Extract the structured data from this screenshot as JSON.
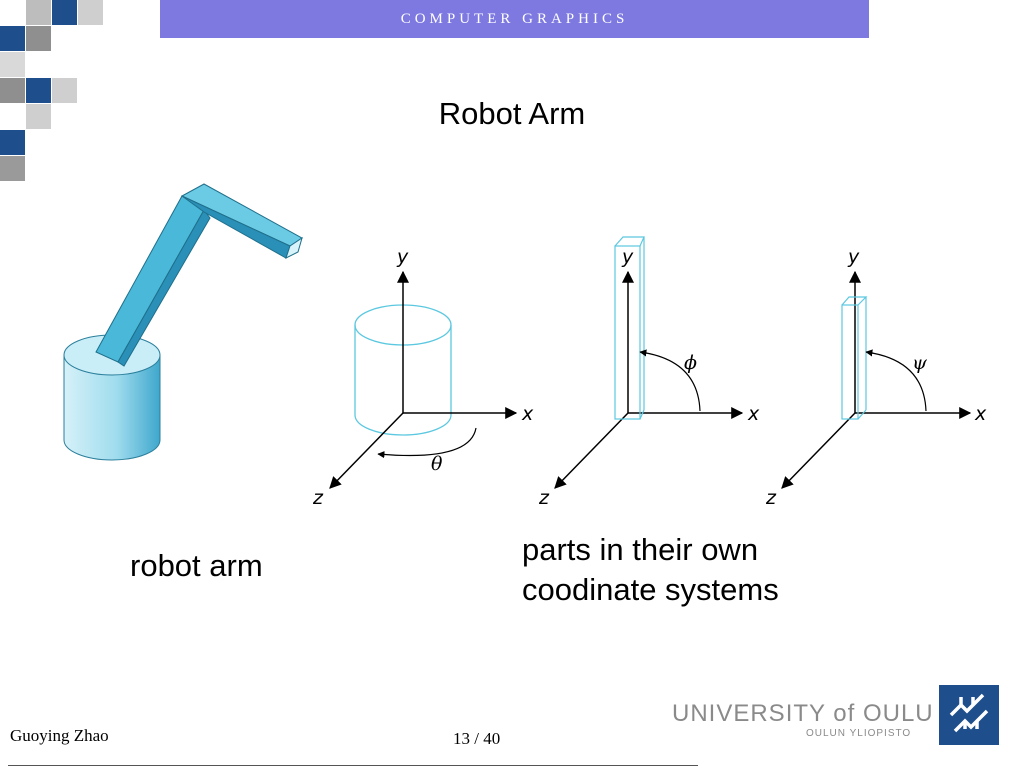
{
  "header": {
    "course_title": "COMPUTER GRAPHICS"
  },
  "slide": {
    "title": "Robot Arm",
    "caption_left": "robot arm",
    "caption_right_line1": "parts in their own",
    "caption_right_line2": "coodinate systems"
  },
  "diagram": {
    "axis_labels": {
      "x": "x",
      "y": "y",
      "z": "z"
    },
    "angle_labels": {
      "theta": "θ",
      "phi": "ϕ",
      "psi": "ψ"
    }
  },
  "footer": {
    "author": "Guoying Zhao",
    "page": "13 / 40",
    "university_name": "UNIVERSITY of OULU",
    "university_sub": "OULUN YLIOPISTO"
  },
  "colors": {
    "header_bg": "#7d79e0",
    "arm_blue": "#4ab8d8",
    "outline_cyan": "#5cc8e0",
    "logo_blue": "#1e4f8c"
  }
}
